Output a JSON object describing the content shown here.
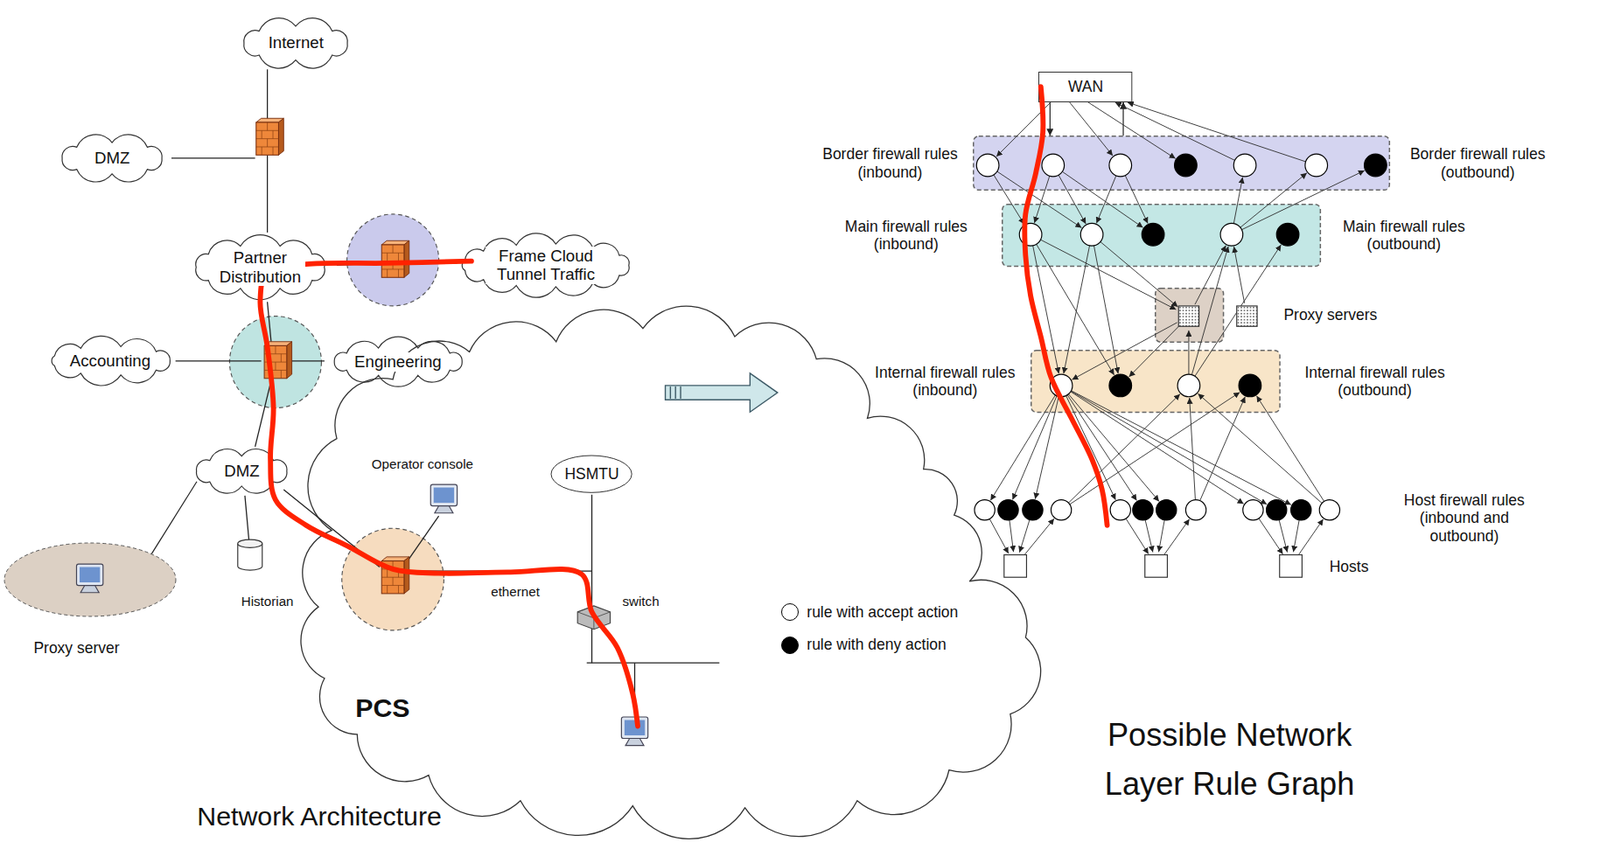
{
  "diagram": {
    "nodes": [
      {
        "text": [
          "Internet"
        ]
      },
      {
        "text": [
          "DMZ"
        ]
      },
      {
        "text": [
          "Partner Distribution"
        ]
      },
      {
        "text": [
          "Frame Cloud Tunnel Traffic"
        ]
      },
      {
        "text": [
          "Accounting"
        ]
      },
      {
        "text": [
          "Engineering"
        ]
      },
      {
        "text": [
          "DMZ"
        ]
      },
      {
        "text": [
          "Proxy server"
        ]
      },
      {
        "text": [
          "PCS"
        ]
      },
      {
        "text": [
          "HSMTU"
        ],
        "in": 8
      },
      {
        "text": [
          "WAN"
        ]
      },
      {
        "text": [
          "Border firewall rules (inbound)",
          "Border firewall rules (outbound)"
        ]
      },
      {
        "text": [
          "Main firewall rules (inbound)",
          "Main firewall rules (outbound)"
        ]
      },
      {
        "text": [
          "Proxy servers"
        ]
      },
      {
        "text": [
          "Internal firewall rules (inbound)",
          "Internal firewall rules (outbound)"
        ]
      }
    ],
    "edges": [
      {
        "from": 6,
        "to": 7,
        "arrow": "none"
      },
      {
        "from": 10,
        "to": 11,
        "arrow": "to"
      },
      {
        "from": 11,
        "to": 10,
        "arrow": "to"
      }
    ],
    "labels": [
      "Operator console",
      "Historian",
      "ethernet",
      "switch",
      "Host firewall rules (inbound and outbound)",
      "Hosts",
      "Network Architecture",
      "Possible Network Layer Rule Graph"
    ],
    "legend": [
      {
        "text": "rule with accept action",
        "color": "#ffffff"
      },
      {
        "text": "rule with deny action",
        "color": "#000000"
      }
    ]
  }
}
